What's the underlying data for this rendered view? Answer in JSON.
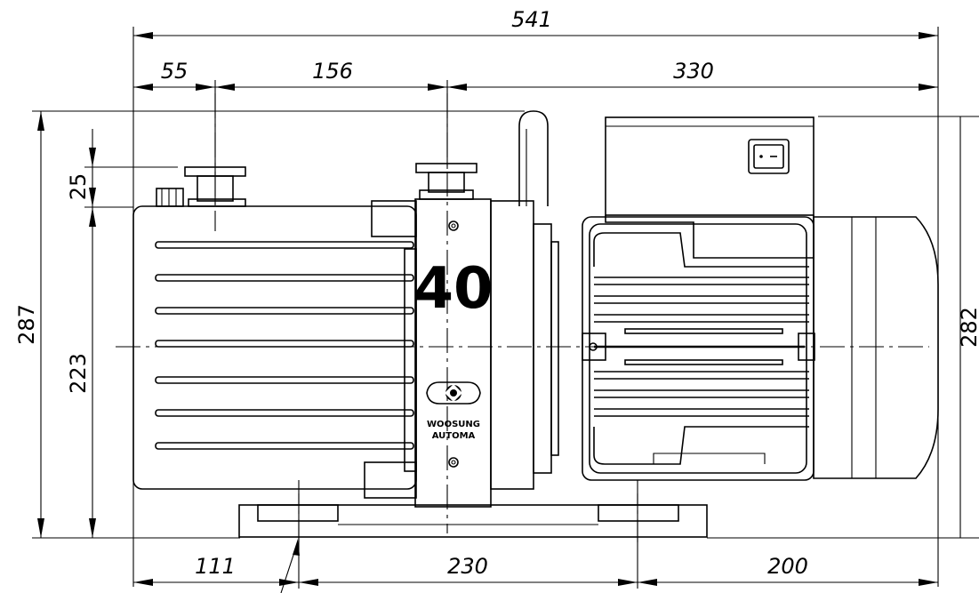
{
  "dimensions": {
    "overall_length": "541",
    "inlet_offset": "55",
    "inlet_to_exhaust": "156",
    "motor_section": "330",
    "foot_left": "111",
    "foot_spacing": "230",
    "foot_right": "200",
    "overall_height": "287",
    "axis_height": "223",
    "inlet_height": "25",
    "motor_height": "282"
  },
  "pump": {
    "model_number": "40",
    "brand_line1": "WOOSUNG",
    "brand_line2": "AUTOMA"
  }
}
